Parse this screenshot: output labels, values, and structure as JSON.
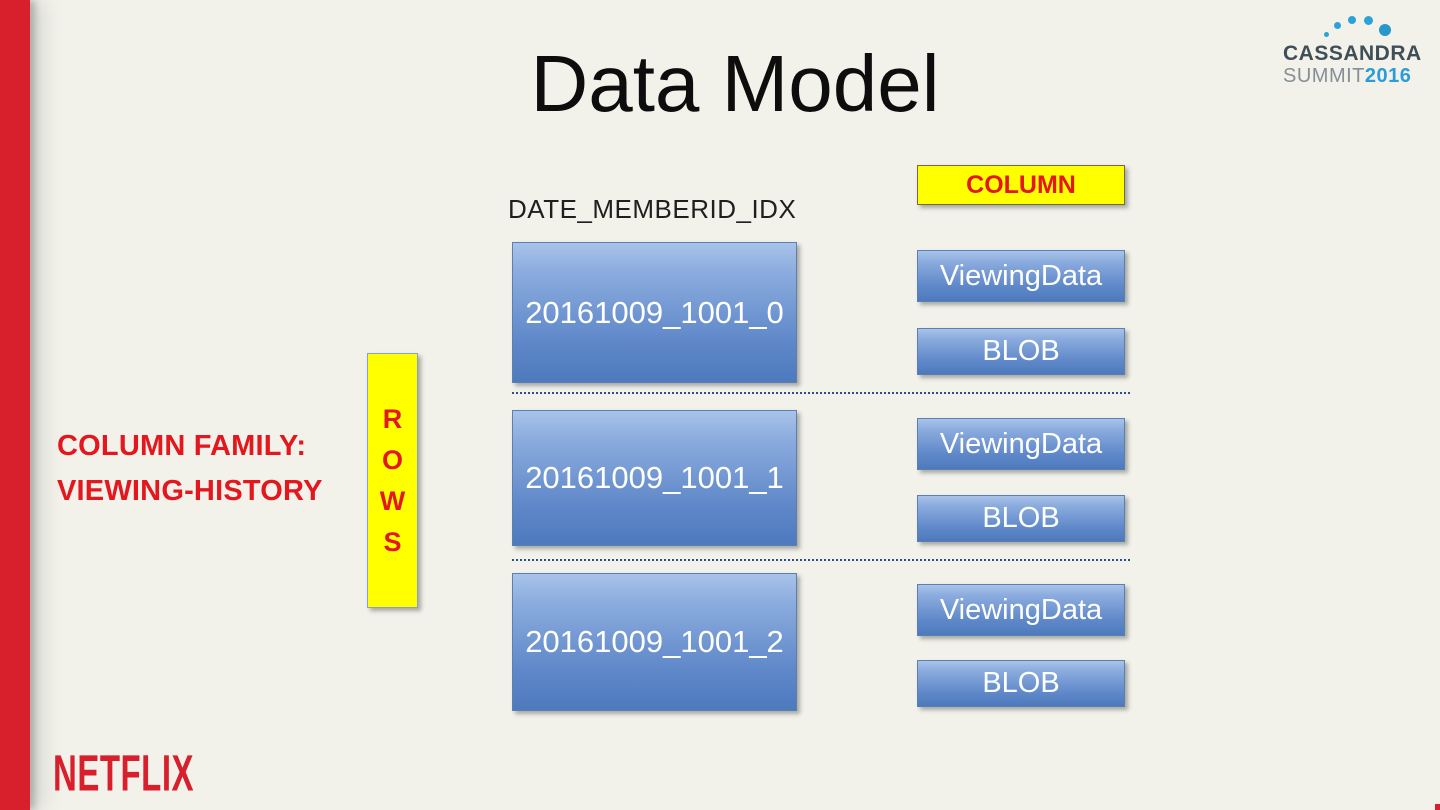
{
  "slide": {
    "title": "Data Model"
  },
  "branding": {
    "netflix_wordmark": "NETFLIX",
    "cassandra_logo": {
      "line1": "CASSANDRA",
      "line2": "SUMMIT",
      "year": "2016"
    }
  },
  "labels": {
    "column_header": "COLUMN",
    "index_label": "DATE_MEMBERID_IDX",
    "column_family_line1": "COLUMN FAMILY:",
    "column_family_line2": "VIEWING-HISTORY",
    "rows_letters": [
      "R",
      "O",
      "W",
      "S"
    ]
  },
  "diagram": {
    "rows": [
      {
        "row_key": "20161009_1001_0",
        "column_name": "ViewingData",
        "column_value": "BLOB"
      },
      {
        "row_key": "20161009_1001_1",
        "column_name": "ViewingData",
        "column_value": "BLOB"
      },
      {
        "row_key": "20161009_1001_2",
        "column_name": "ViewingData",
        "column_value": "BLOB"
      }
    ]
  },
  "colors": {
    "background": "#f2f2eb",
    "netflix_red": "#d7202c",
    "caption_red": "#e3171d",
    "highlight_yellow": "#ffff00",
    "box_blue_top": "#a9c3ea",
    "box_blue_bottom": "#4d7abd",
    "dotted_line_navy": "#2a4f8f",
    "cassandra_slate": "#3f4e57",
    "cassandra_teal": "#2b9cd8"
  }
}
